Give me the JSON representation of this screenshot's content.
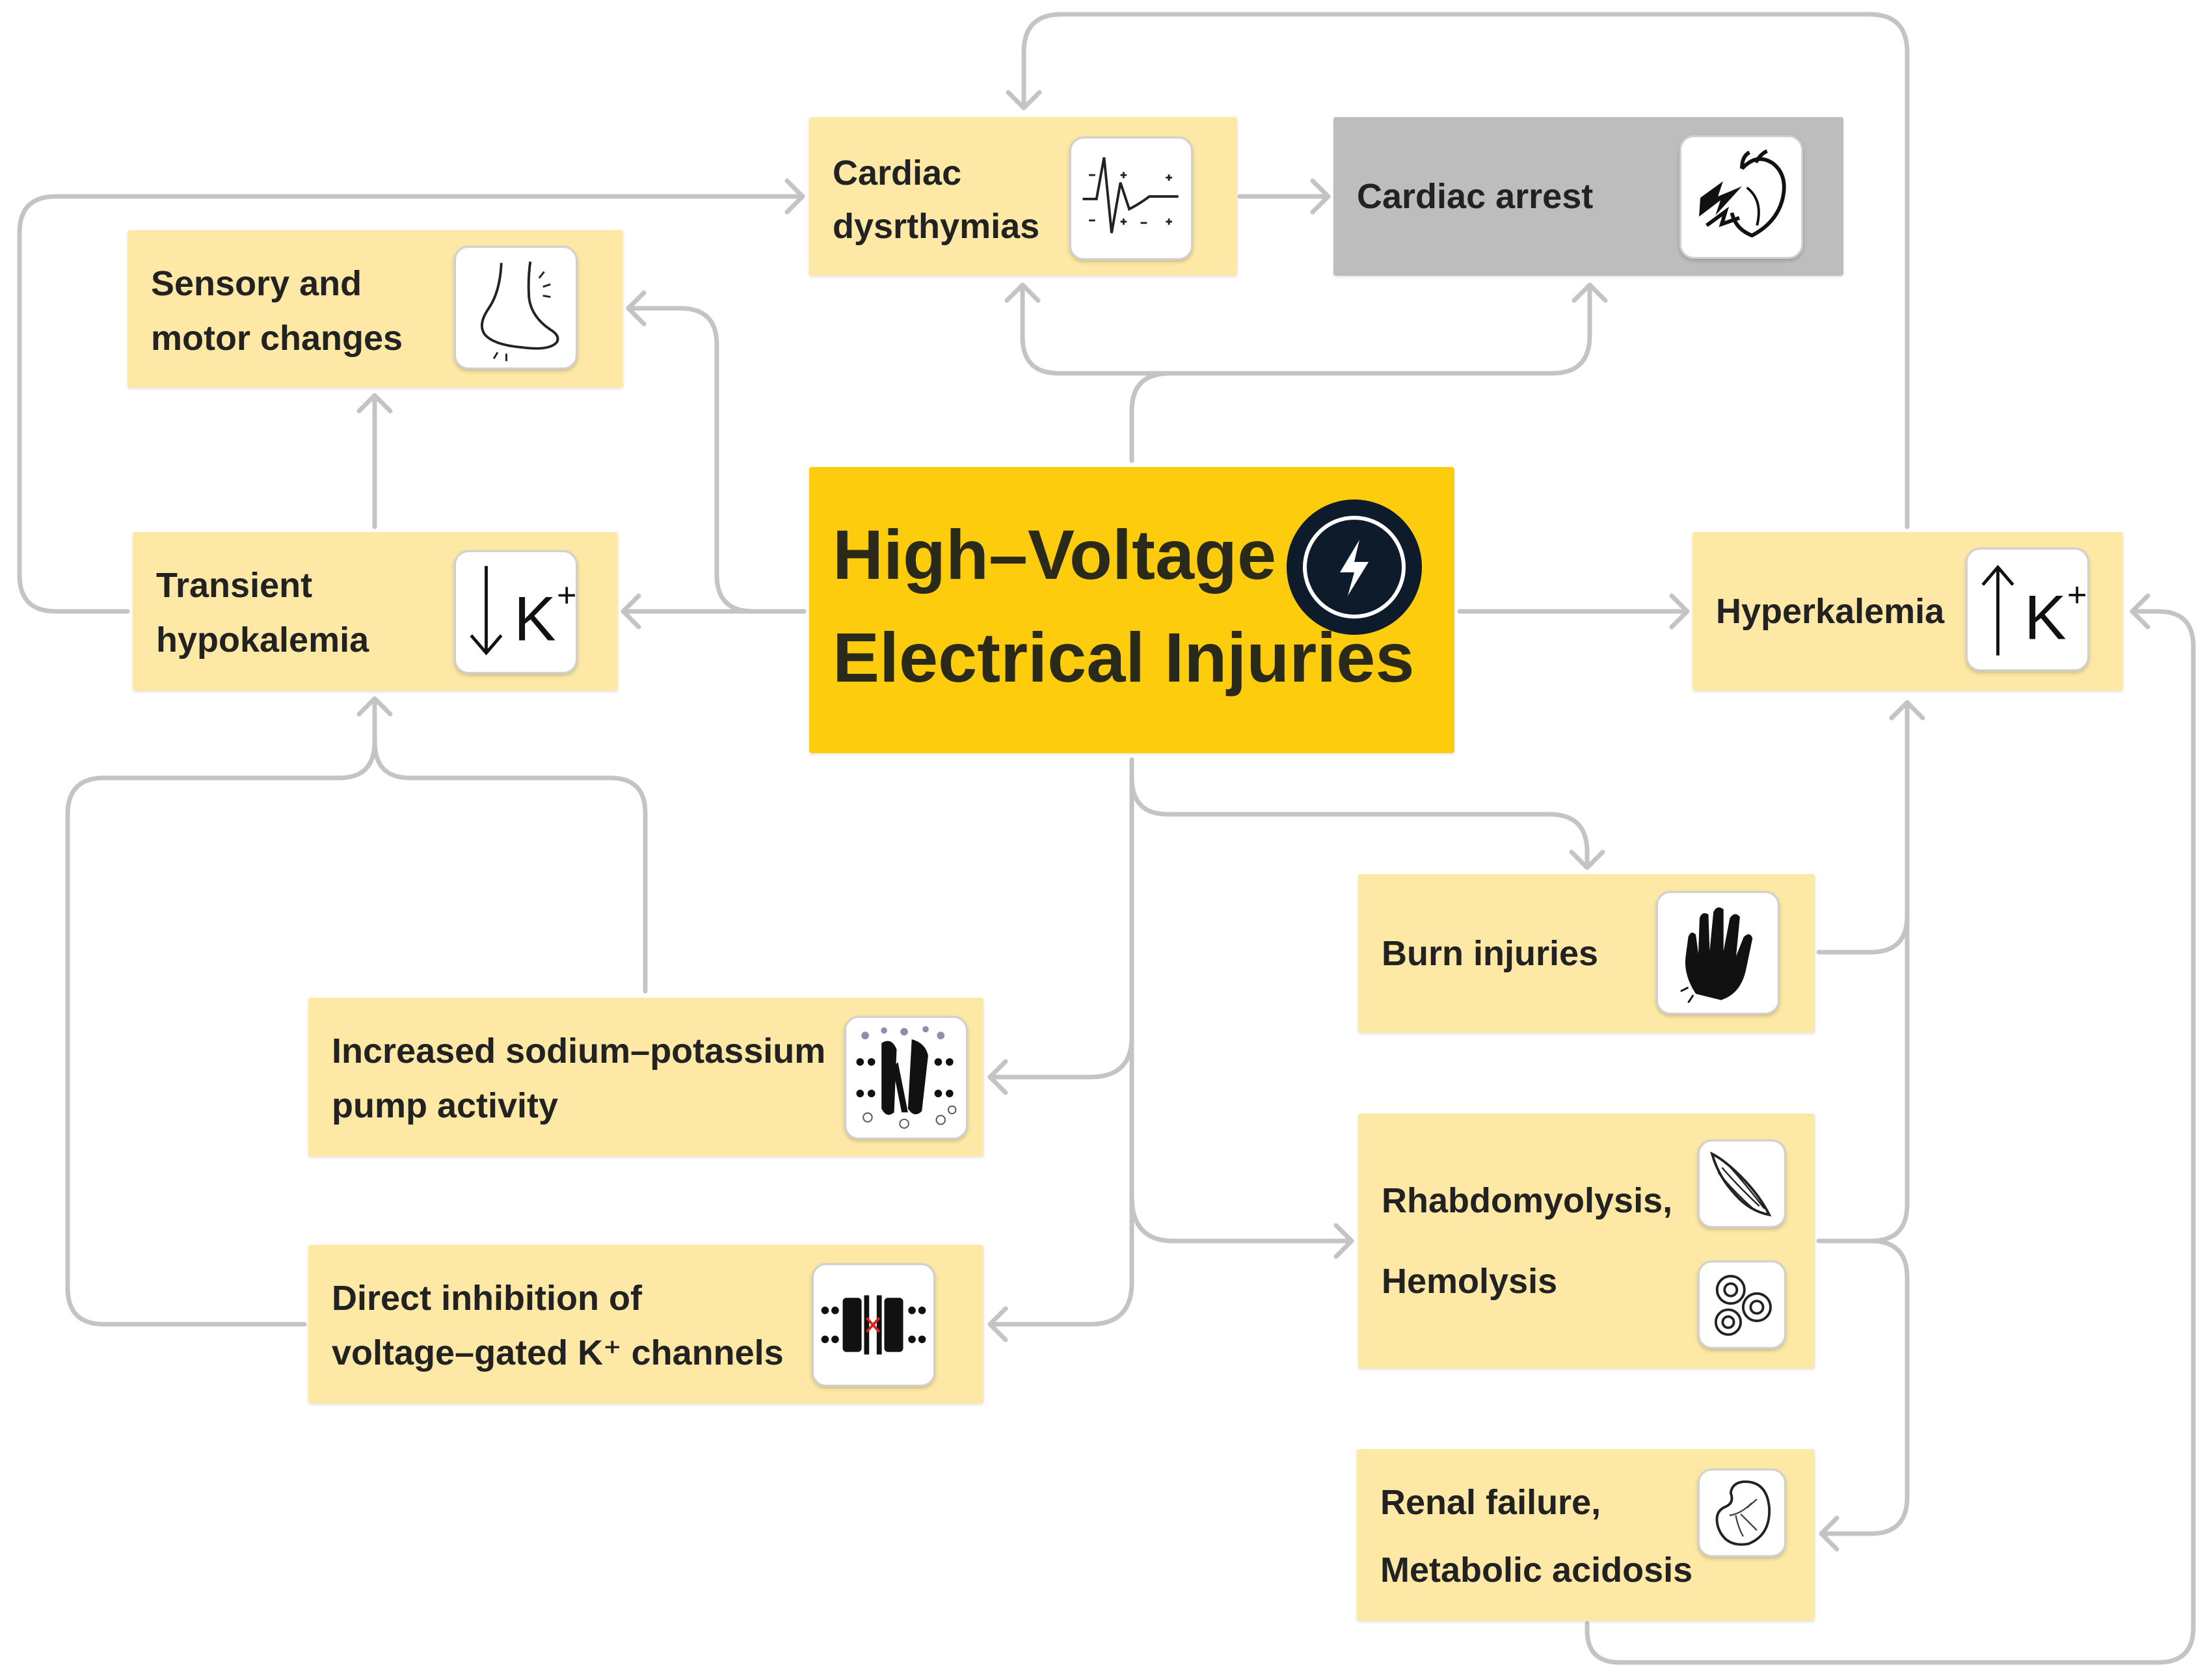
{
  "colors": {
    "node": "#fde8a5",
    "center": "#fdcc0d",
    "arrest": "#bdbdbd",
    "connector": "#c4c4c4",
    "badge": "#0d1b2a"
  },
  "center": {
    "line1": "High–Voltage",
    "line2": "Electrical Injuries",
    "icon": "lightning-bolt-icon"
  },
  "nodes": {
    "dysrhythmias": {
      "line1": "Cardiac",
      "line2": "dysrthymias",
      "icon": "ecg-waveform-icon"
    },
    "arrest": {
      "text": "Cardiac arrest",
      "icon": "heart-lightning-icon"
    },
    "sensory": {
      "line1": "Sensory and",
      "line2": "motor changes",
      "icon": "foot-sensation-icon"
    },
    "hypokalemia": {
      "line1": "Transient",
      "line2": "hypokalemia",
      "icon": "potassium-down-icon",
      "symbol": "K",
      "sup": "+"
    },
    "hyperkalemia": {
      "text": "Hyperkalemia",
      "icon": "potassium-up-icon",
      "symbol": "K",
      "sup": "+"
    },
    "burn": {
      "text": "Burn injuries",
      "icon": "burned-hand-icon"
    },
    "pump": {
      "line1": "Increased sodium–potassium",
      "line2": "pump activity",
      "icon": "membrane-pump-icon"
    },
    "channels": {
      "line1": "Direct inhibition of",
      "line2": "voltage–gated K⁺ channels",
      "icon": "blocked-channel-icon"
    },
    "rhabdo": {
      "line1": "Rhabdomyolysis,",
      "line2": "Hemolysis",
      "icon1": "muscle-icon",
      "icon2": "red-blood-cells-icon"
    },
    "renal": {
      "line1": "Renal failure,",
      "line2": "Metabolic acidosis",
      "icon": "kidney-icon"
    }
  }
}
